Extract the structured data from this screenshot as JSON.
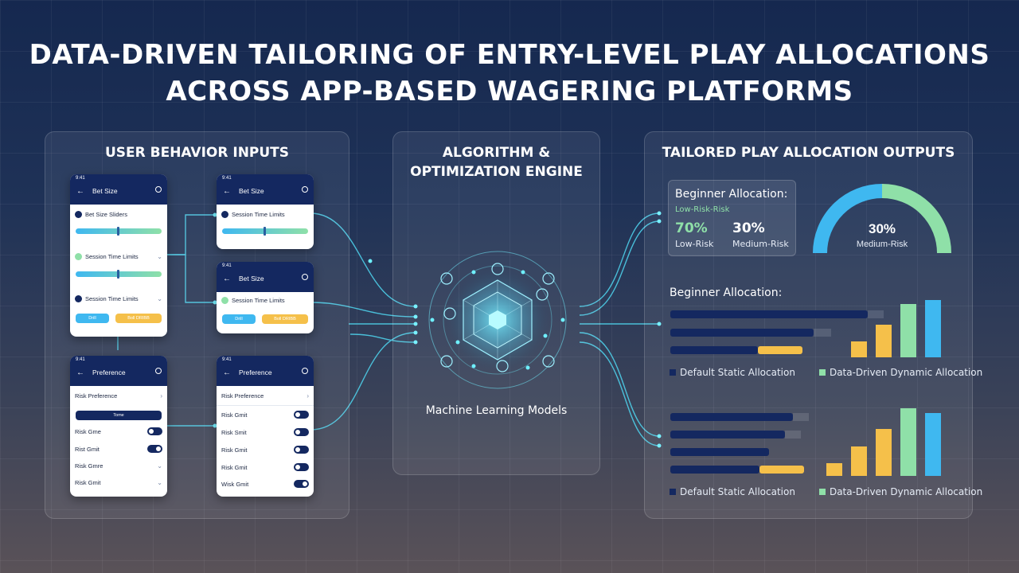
{
  "title": {
    "line1": "DATA-DRIVEN TAILORING OF ENTRY-LEVEL PLAY ALLOCATIONS",
    "line2": "ACROSS APP-BASED WAGERING PLATFORMS"
  },
  "colors": {
    "navy": "#142860",
    "cyan": "#3fb8f0",
    "green": "#8fe0a8",
    "yellow": "#f5c04a",
    "accent_glow": "#5fe8ff"
  },
  "inputs_panel": {
    "title": "USER BEHAVIOR INPUTS",
    "phones": [
      {
        "status": "9:41",
        "header": "Bet Size",
        "rows": [
          "Bet Size Sliders",
          "Session Time Limits",
          "Session Time Limits"
        ],
        "pills": [
          "Drill",
          "Boll DRIBB"
        ]
      },
      {
        "status": "9:41",
        "header": "Bet Size",
        "rows": [
          "Session Time Limits"
        ]
      },
      {
        "status": "9:41",
        "header": "Bet Size",
        "rows": [
          "Session Time Limits"
        ],
        "pills": [
          "Drill",
          "Boll DRIBB"
        ]
      },
      {
        "status": "9:41",
        "header": "Preference",
        "first_row": "Risk Preference",
        "pill": "Tome",
        "toggles": [
          "Risk Gme",
          "Rist Gmit",
          "Risk Gmre",
          "Risk Gmit"
        ]
      },
      {
        "status": "9:41",
        "header": "Preference",
        "first_row": "Risk Preference",
        "toggles": [
          "Risk Gmit",
          "Risk Smit",
          "Risk Gmit",
          "Risk Gmit",
          "Wisk Gmit"
        ]
      }
    ]
  },
  "engine_panel": {
    "title_line1": "ALGORITHM &",
    "title_line2": "OPTIMIZATION ENGINE",
    "caption": "Machine Learning Models"
  },
  "outputs_panel": {
    "title": "TAILORED PLAY ALLOCATION OUTPUTS",
    "card": {
      "heading": "Beginner Allocation:",
      "sub": "Low-Risk-Risk",
      "low_value": "70%",
      "low_label": "Low-Risk",
      "med_value": "30%",
      "med_label": "Medium-Risk"
    },
    "gauge": {
      "value": "30%",
      "label": "Medium-Risk",
      "segments": [
        0.5,
        0.5
      ]
    },
    "bars_heading": "Beginner Allocation:",
    "legend_static": "Default Static Allocation",
    "legend_dynamic": "Data-Driven Dynamic Allocation"
  }
}
